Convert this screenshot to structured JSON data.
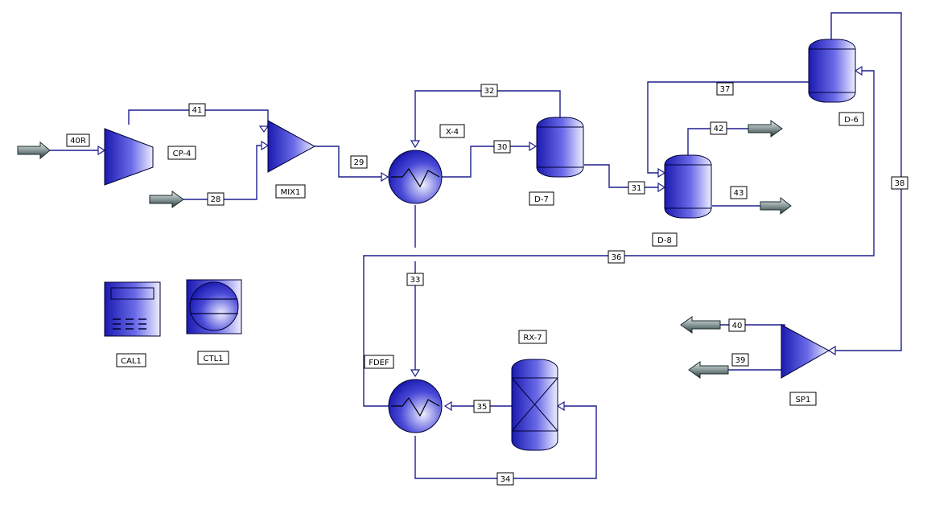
{
  "equipment": {
    "cp4": "CP-4",
    "mix1": "MIX1",
    "x4": "X-4",
    "d7": "D-7",
    "d8": "D-8",
    "d6": "D-6",
    "cal1": "CAL1",
    "ctl1": "CTL1",
    "fdef": "FDEF",
    "rx7": "RX-7",
    "sp1": "SP1"
  },
  "streams": {
    "s40r": "40R",
    "s41": "41",
    "s28": "28",
    "s29": "29",
    "s32": "32",
    "s30": "30",
    "s31": "31",
    "s37": "37",
    "s42": "42",
    "s43": "43",
    "s38": "38",
    "s36": "36",
    "s33": "33",
    "s35": "35",
    "s34": "34",
    "s40": "40",
    "s39": "39"
  },
  "colors": {
    "equipment_light": "#e8e8ff",
    "equipment_dark": "#1a1ab0",
    "feed_arrow_light": "#dfe6e6",
    "feed_arrow_dark": "#3a4a4a",
    "line": "#1f1f8f"
  }
}
